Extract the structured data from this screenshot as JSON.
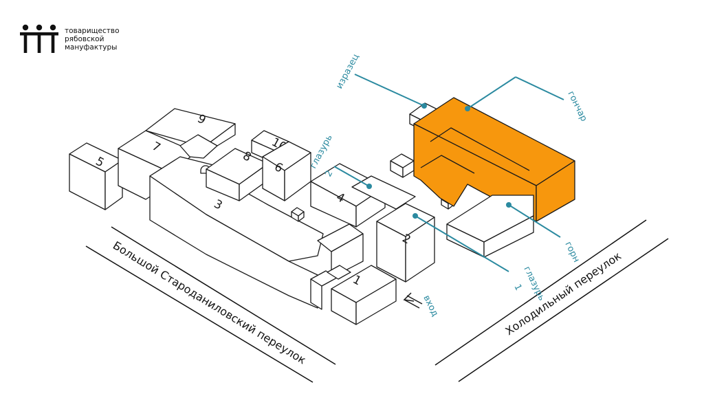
{
  "logo": {
    "icon": "three-people-icon",
    "lines": [
      "товарищество",
      "рябовской",
      "мануфактуры"
    ]
  },
  "colors": {
    "highlight": "#f7970d",
    "accent": "#2b8aa0",
    "outline": "#1a1a1a"
  },
  "buildings": {
    "b1": "1",
    "b2": "2",
    "b3": "3",
    "b4": "4",
    "b5": "5",
    "b6": "6",
    "b7": "7",
    "b8": "8",
    "b9": "9",
    "b10": "10"
  },
  "labels": {
    "izrazets": "изразец",
    "gonchar": "гончар",
    "glazur2_line1": "глазурь",
    "glazur2_line2": "2",
    "gorn": "горн",
    "glazur1_line1": "глазурь",
    "glazur1_line2": "1",
    "vkhod": "вход"
  },
  "streets": {
    "left": "Большой Староданиловский переулок",
    "right": "Холодильный переулок"
  }
}
